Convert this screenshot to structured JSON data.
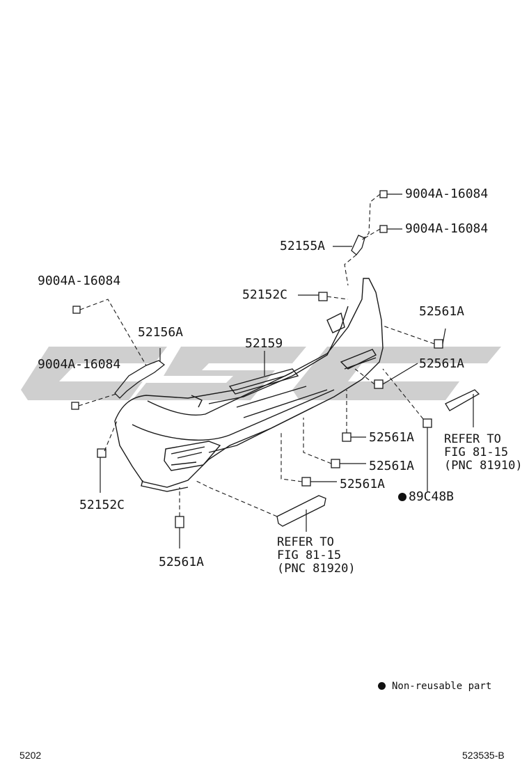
{
  "watermark": "CSC",
  "labels": {
    "upper_clip_1": "9004A-16084",
    "upper_clip_2": "9004A-16084",
    "retainer_top": "52155A",
    "retainer_c_top": "52152C",
    "left_clip_1": "9004A-16084",
    "left_clip_2": "9004A-16084",
    "bracket_left": "52156A",
    "bumper_cover": "52159",
    "grommet_1": "52561A",
    "grommet_2": "52561A",
    "grommet_3": "52561A",
    "grommet_4": "52561A",
    "grommet_5": "52561A",
    "grommet_bottom": "52561A",
    "retainer_c_left": "52152C",
    "nut": "89C48B"
  },
  "refs": {
    "right": [
      "REFER TO",
      "FIG 81-15",
      "(PNC 81910)"
    ],
    "bottom": [
      "REFER TO",
      "FIG 81-15",
      "(PNC 81920)"
    ]
  },
  "legend": {
    "text": "Non-reusable part"
  },
  "footer": {
    "left": "5202",
    "right": "523535-B"
  }
}
